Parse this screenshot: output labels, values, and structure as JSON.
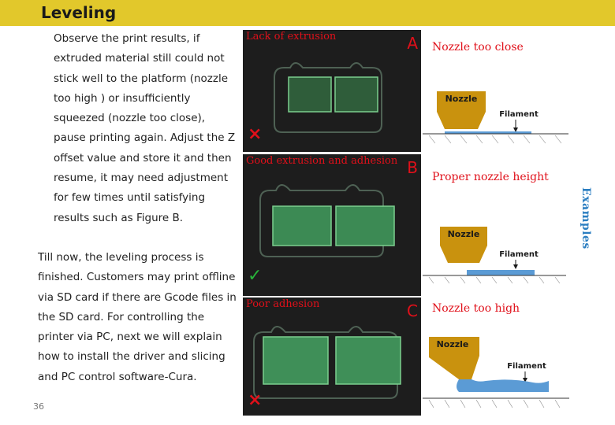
{
  "header": {
    "title": "Leveling"
  },
  "left_text": {
    "para1": "Observe the print results, if extruded material still could not stick well to the platform (nozzle too high ) or insufficiently squeezed (nozzle too close), pause printing again. Adjust the Z offset value and store it and then resume, it may need adjustment for few times until satisfying results such as Figure B.",
    "para2": "Till now, the leveling process is finished. Customers may print offline via SD card if there are Gcode files in the SD card. For controlling the printer via PC, next we will explain how to install the driver and slicing and PC control software-Cura."
  },
  "page_number": "36",
  "photos": [
    {
      "caption": "Lack of extrusion",
      "letter": "A",
      "mark": "×"
    },
    {
      "caption": "Good extrusion and adhesion",
      "letter": "B",
      "mark": "✓"
    },
    {
      "caption": "Poor adhesion",
      "letter": "C",
      "mark": "×"
    }
  ],
  "diagrams": [
    {
      "title": "Nozzle too close",
      "nozzle_label": "Nozzle",
      "filament_label": "Filament"
    },
    {
      "title": "Proper nozzle height",
      "nozzle_label": "Nozzle",
      "filament_label": "Filament"
    },
    {
      "title": "Nozzle too high",
      "nozzle_label": "Nozzle",
      "filament_label": "Filament"
    }
  ],
  "side_label": "Examples",
  "colors": {
    "header_bar": "#e2c82b",
    "caption_red": "#e0101a",
    "check_green": "#27b33a",
    "nozzle_gold": "#c9920e",
    "filament_blue": "#5b9bd5",
    "side_label_blue": "#2b7ec1"
  }
}
